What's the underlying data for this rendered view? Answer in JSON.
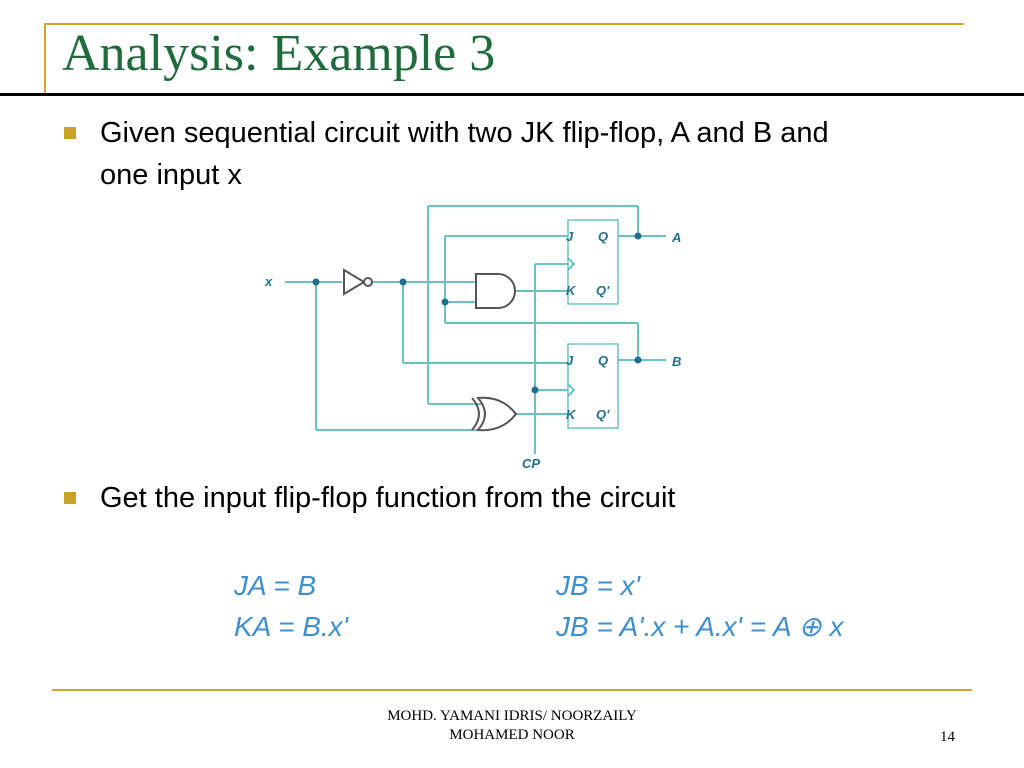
{
  "slide": {
    "title": "Analysis: Example 3",
    "bullets": [
      {
        "text": "Given sequential circuit with two JK flip-flop, A and B and one input x"
      },
      {
        "text": "Get the input flip-flop function from the circuit"
      }
    ]
  },
  "circuit": {
    "input_label": "x",
    "clock_label": "CP",
    "output_a_label": "A",
    "output_b_label": "B",
    "pin_j": "J",
    "pin_k": "K",
    "pin_q": "Q",
    "pin_q_bar": "Q'",
    "wire_color": "#6ac3c3",
    "gate_color": "#555555"
  },
  "equations": {
    "ja": "JA = B",
    "ka": "KA = B.x'",
    "jb": "JB = x'",
    "kb": "JB = A'.x + A.x' = A ⊕ x",
    "color": "#3f8fd0"
  },
  "footer": {
    "line1": "MOHD. YAMANI IDRIS/ NOORZAILY",
    "line2": "MOHAMED NOOR",
    "page_number": "14"
  },
  "colors": {
    "title": "#1f6b3c",
    "accent": "#d4a62a",
    "bullet": "#c9a227"
  }
}
